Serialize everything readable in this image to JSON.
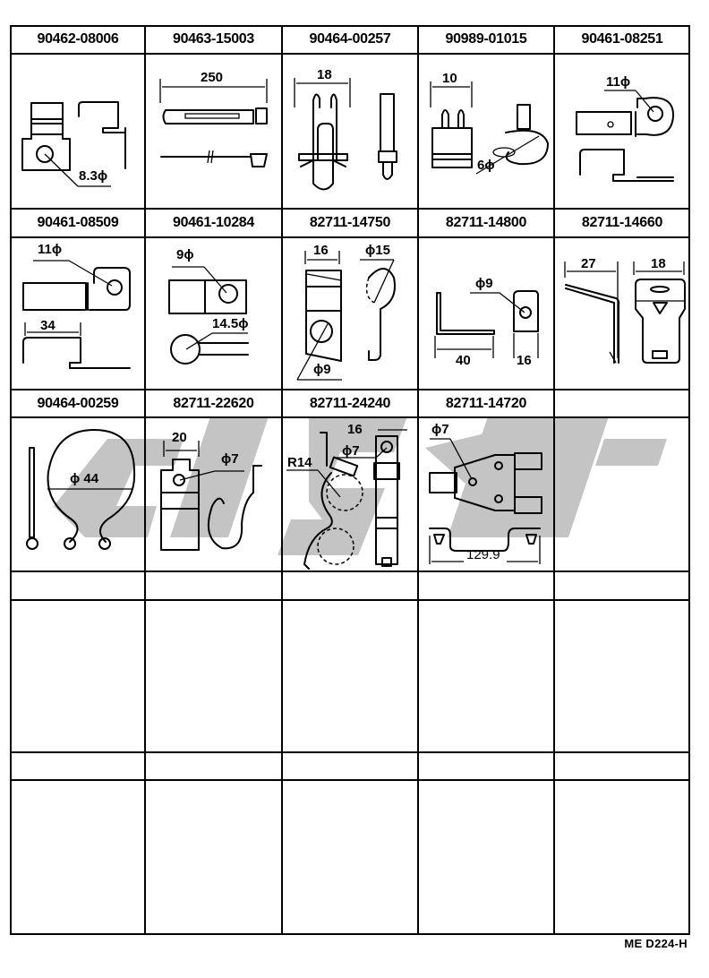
{
  "footer": {
    "code": "ME  D224-H"
  },
  "watermark": {
    "color": "#c4c4c4"
  },
  "rows": [
    {
      "cells": [
        {
          "part_number": "90462-08006",
          "dims": [
            "8.3ϕ"
          ]
        },
        {
          "part_number": "90463-15003",
          "dims": [
            "250"
          ]
        },
        {
          "part_number": "90464-00257",
          "dims": [
            "18"
          ]
        },
        {
          "part_number": "90989-01015",
          "dims": [
            "10",
            "6ϕ"
          ]
        },
        {
          "part_number": "90461-08251",
          "dims": [
            "11ϕ"
          ]
        }
      ]
    },
    {
      "cells": [
        {
          "part_number": "90461-08509",
          "dims": [
            "11ϕ",
            "34"
          ]
        },
        {
          "part_number": "90461-10284",
          "dims": [
            "9ϕ",
            "14.5ϕ"
          ]
        },
        {
          "part_number": "82711-14750",
          "dims": [
            "16",
            "ϕ15",
            "ϕ9"
          ]
        },
        {
          "part_number": "82711-14800",
          "dims": [
            "ϕ9",
            "40",
            "16"
          ]
        },
        {
          "part_number": "82711-14660",
          "dims": [
            "27",
            "18"
          ]
        }
      ]
    },
    {
      "cells": [
        {
          "part_number": "90464-00259",
          "dims": [
            "ϕ 44"
          ]
        },
        {
          "part_number": "82711-22620",
          "dims": [
            "20",
            "ϕ7"
          ]
        },
        {
          "part_number": "82711-24240",
          "dims": [
            "16",
            "ϕ7",
            "R14"
          ]
        },
        {
          "part_number": "82711-14720",
          "dims": [
            "ϕ7",
            "129.9"
          ]
        },
        {
          "part_number": "",
          "dims": []
        }
      ]
    },
    {
      "cells": [
        {
          "part_number": ""
        },
        {
          "part_number": ""
        },
        {
          "part_number": ""
        },
        {
          "part_number": ""
        },
        {
          "part_number": ""
        }
      ]
    },
    {
      "cells": [
        {
          "part_number": ""
        },
        {
          "part_number": ""
        },
        {
          "part_number": ""
        },
        {
          "part_number": ""
        },
        {
          "part_number": ""
        }
      ]
    }
  ]
}
